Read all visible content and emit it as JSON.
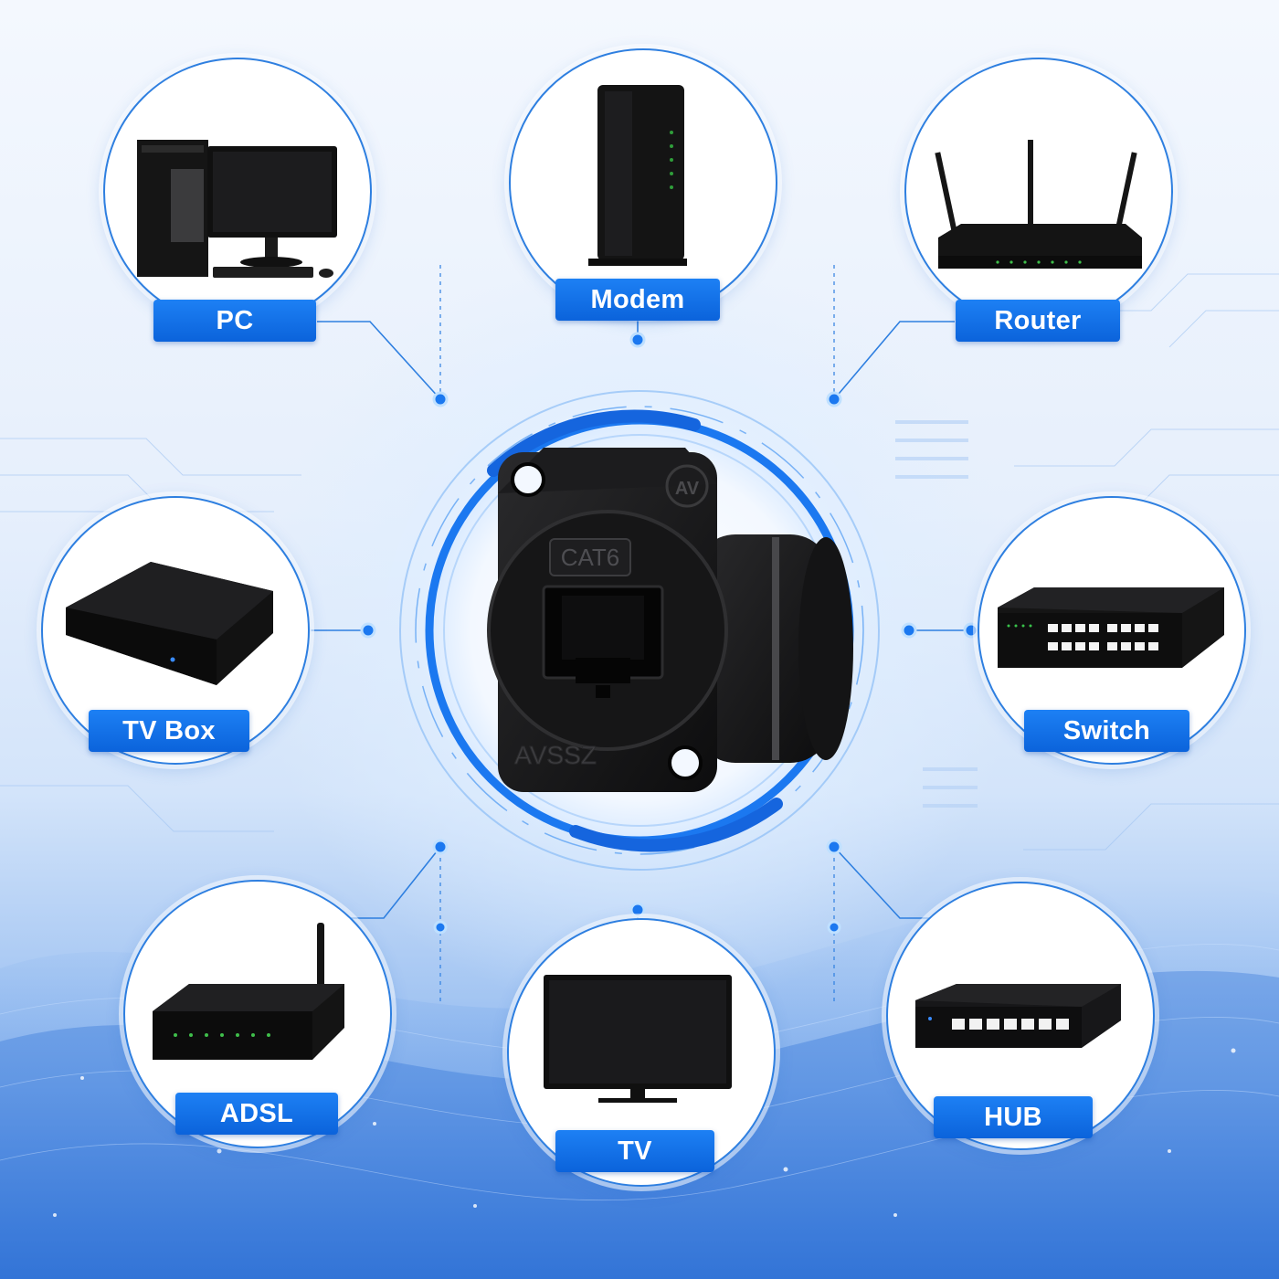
{
  "devices": [
    {
      "key": "pc",
      "label": "PC",
      "icon": "pc-icon"
    },
    {
      "key": "modem",
      "label": "Modem",
      "icon": "modem-icon"
    },
    {
      "key": "router",
      "label": "Router",
      "icon": "router-icon"
    },
    {
      "key": "tvbox",
      "label": "TV Box",
      "icon": "tv-box-icon"
    },
    {
      "key": "switch",
      "label": "Switch",
      "icon": "switch-icon"
    },
    {
      "key": "adsl",
      "label": "ADSL",
      "icon": "adsl-router-icon"
    },
    {
      "key": "tv",
      "label": "TV",
      "icon": "tv-icon"
    },
    {
      "key": "hub",
      "label": "HUB",
      "icon": "hub-icon"
    }
  ],
  "connector": {
    "cat_marking": "CAT6",
    "brand_marking": "AVSSZ",
    "logo_marking": "AV",
    "icon": "rj45-keystone-connector-icon"
  },
  "colors": {
    "accent": "#0b63db",
    "ring": "#2e7fe0",
    "glow": "#5aa8ff"
  }
}
